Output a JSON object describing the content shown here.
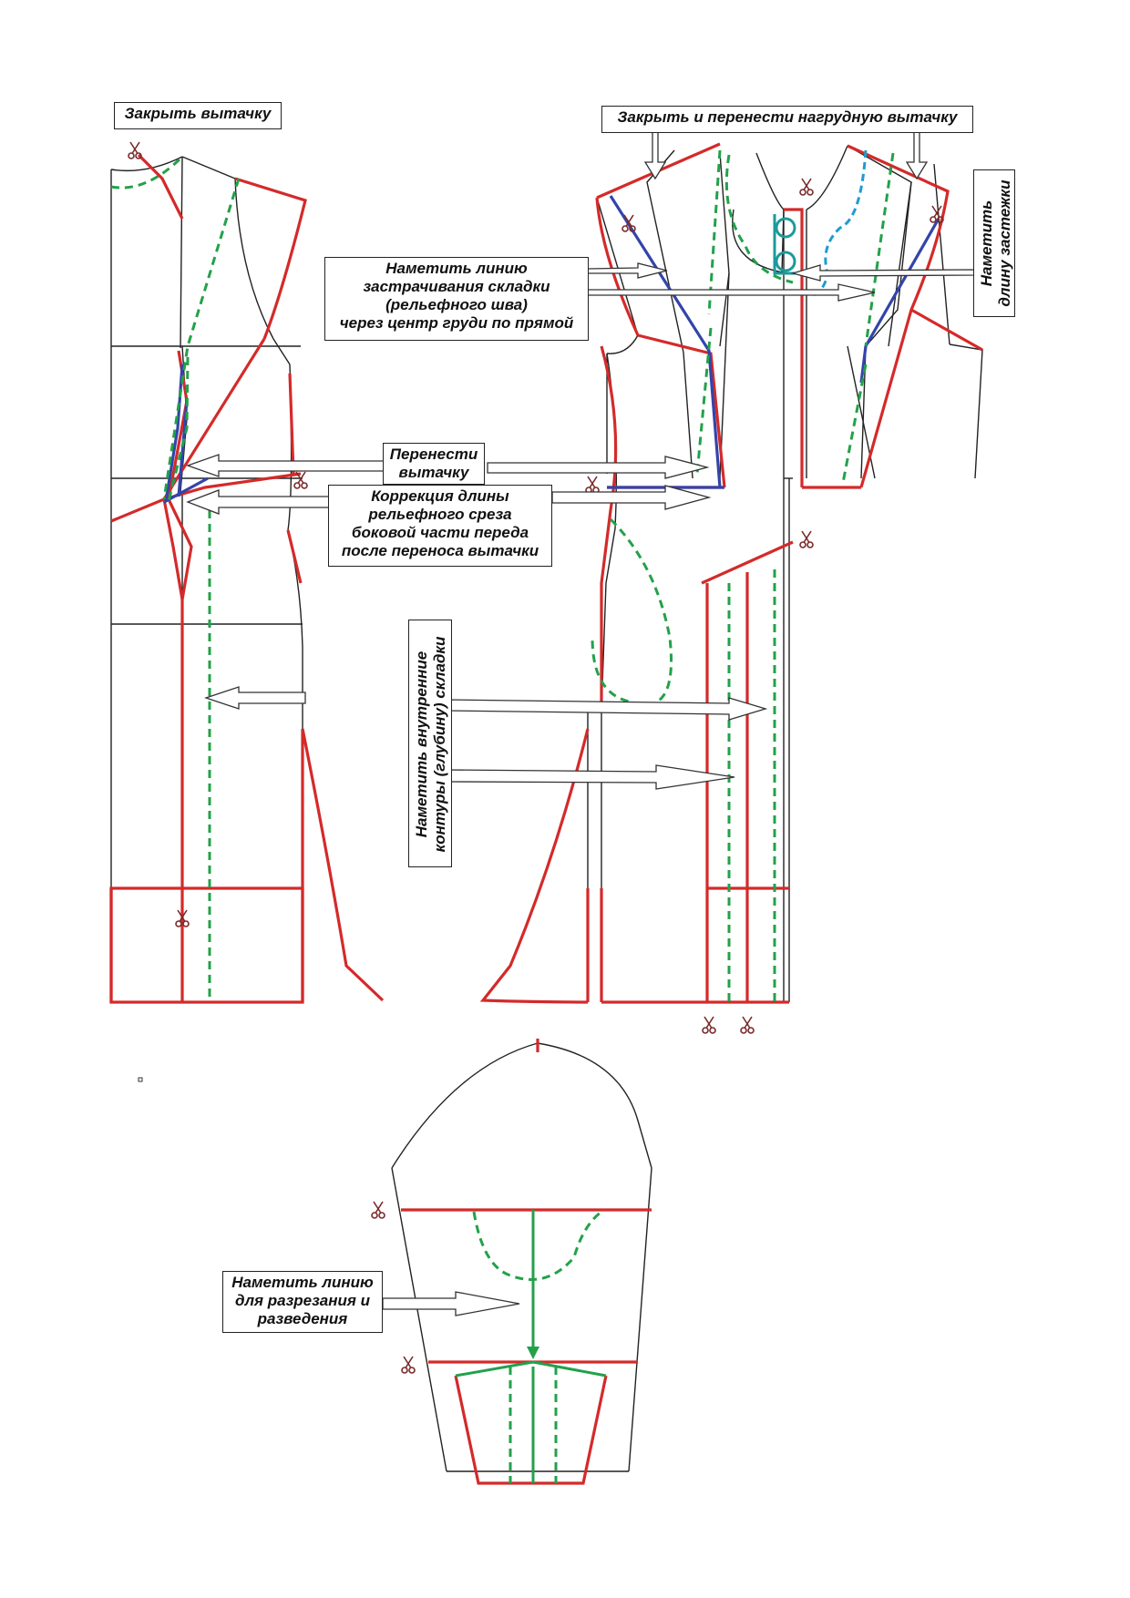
{
  "labels": {
    "close_dart": "Закрыть вытачку",
    "close_transfer_bust_dart": "Закрыть и перенести нагрудную вытачку",
    "mark_stitch_line": [
      "Наметить линию",
      "застрачивания складки",
      "(рельефного шва)",
      "через центр груди по прямой"
    ],
    "mark_fastener_length": [
      "Наметить",
      "длину застежки"
    ],
    "transfer_dart": [
      "Перенести",
      "вытачку"
    ],
    "correct_relief_length": [
      "Коррекция длины",
      "рельефного среза",
      "боковой части переда",
      "после переноса вытачки"
    ],
    "mark_inner_fold_contours": [
      "Наметить внутренние",
      "контуры (глубину) складки"
    ],
    "mark_cut_spread_line": [
      "Наметить линию",
      "для разрезания и",
      "разведения"
    ]
  },
  "colors": {
    "outline": "#222222",
    "correction_red": "#d42a2a",
    "guide_green": "#23a14a",
    "relief_blue": "#3344aa",
    "facing_cyan": "#1f9ccf"
  },
  "icons": [
    "scissors-icon",
    "arrow-icon",
    "button-circle-icon"
  ]
}
